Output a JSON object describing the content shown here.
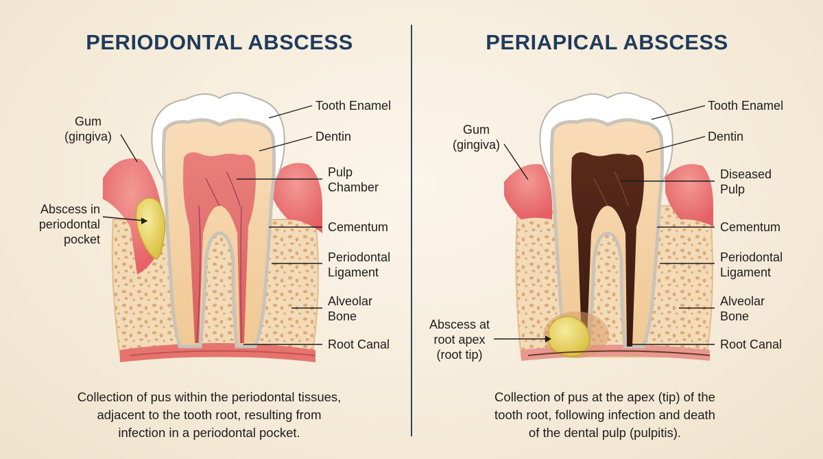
{
  "left": {
    "title": "PERIODONTAL ABSCESS",
    "labels": {
      "gum_1": "Gum",
      "gum_2": "(gingiva)",
      "abscess_1": "Abscess in",
      "abscess_2": "periodontal",
      "abscess_3": "pocket",
      "enamel": "Tooth Enamel",
      "dentin": "Dentin",
      "pulp_1": "Pulp",
      "pulp_2": "Chamber",
      "cementum": "Cementum",
      "ligament_1": "Periodontal",
      "ligament_2": "Ligament",
      "bone_1": "Alveolar",
      "bone_2": "Bone",
      "root_canal": "Root Canal"
    },
    "caption": [
      "Collection of pus within the periodontal tissues,",
      "adjacent to the tooth root, resulting from",
      "infection in a periodontal pocket."
    ]
  },
  "right": {
    "title": "PERIAPICAL ABSCESS",
    "labels": {
      "gum_1": "Gum",
      "gum_2": "(gingiva)",
      "abscess_1": "Abscess at",
      "abscess_2": "root apex",
      "abscess_3": "(root tip)",
      "enamel": "Tooth Enamel",
      "dentin": "Dentin",
      "pulp_1": "Diseased",
      "pulp_2": "Pulp",
      "cementum": "Cementum",
      "ligament_1": "Periodontal",
      "ligament_2": "Ligament",
      "bone_1": "Alveolar",
      "bone_2": "Bone",
      "root_canal": "Root Canal"
    },
    "caption": [
      "Collection of pus at the apex (tip) of the",
      "tooth root, following infection and death",
      "of the dental pulp (pulpitis)."
    ]
  },
  "colors": {
    "title": "#1f3b5c",
    "gum": "#e8666a",
    "gum_light": "#f3a9a4",
    "bone": "#f2d9b5",
    "bone_pore": "#d9a574",
    "enamel": "#ffffff",
    "dentin": "#f6d2a8",
    "pulp_healthy": "#e98a86",
    "pulp_diseased": "#4a2418",
    "pus": "#e6d46a",
    "cementum": "#e9e6e0"
  }
}
